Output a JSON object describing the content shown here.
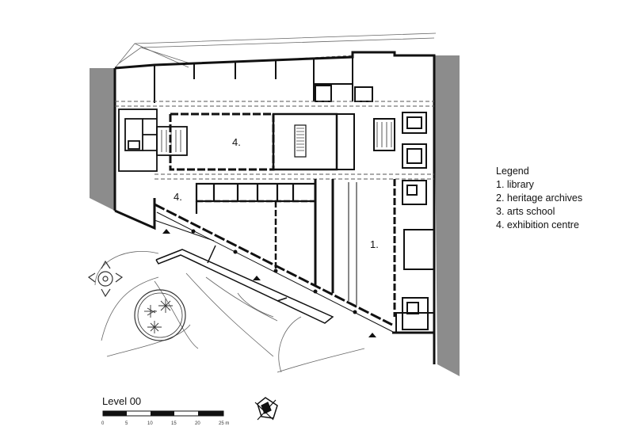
{
  "plan": {
    "rooms": [
      {
        "id": "exhibition-upper",
        "number": "4."
      },
      {
        "id": "exhibition-lower",
        "number": "4."
      },
      {
        "id": "library",
        "number": "1."
      }
    ]
  },
  "legend": {
    "title": "Legend",
    "items": [
      "1. library",
      "2. heritage archives",
      "3. arts school",
      "4. exhibition centre"
    ]
  },
  "level": {
    "title": "Level 00"
  },
  "scale_bar": {
    "ticks": [
      "0",
      "5",
      "10",
      "15",
      "20",
      "25 m"
    ]
  },
  "colors": {
    "wall": "#111111",
    "neighbour_fill": "#8c8c8c",
    "line": "#444444"
  }
}
